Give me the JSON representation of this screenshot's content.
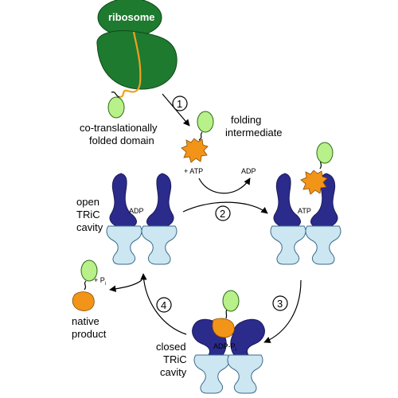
{
  "colors": {
    "ribosome": "#1e7a2f",
    "nascent_chain": "#f0a020",
    "folded_domain": "#b8f08a",
    "intermediate": "#f29418",
    "tric_apical": "#2b2b8c",
    "tric_equatorial": "#cce6f2"
  },
  "labels": {
    "ribosome": "ribosome",
    "cotranslational_line1": "co-translationally",
    "cotranslational_line2": "folded domain",
    "folding_line1": "folding",
    "folding_line2": "intermediate",
    "plus_atp": "+ ATP",
    "adp_released": "ADP",
    "open_line1": "open",
    "open_line2": "TRiC",
    "open_line3": "cavity",
    "adp_bound": "ADP",
    "atp_bound": "ATP",
    "adp_pi_bound": "ADP-P",
    "adp_pi_sub": "i",
    "closed_line1": "closed",
    "closed_line2": "TRiC",
    "closed_line3": "cavity",
    "plus_pi": "+ P",
    "plus_pi_sub": "i",
    "native_line1": "native",
    "native_line2": "product"
  },
  "steps": [
    "1",
    "2",
    "3",
    "4"
  ]
}
